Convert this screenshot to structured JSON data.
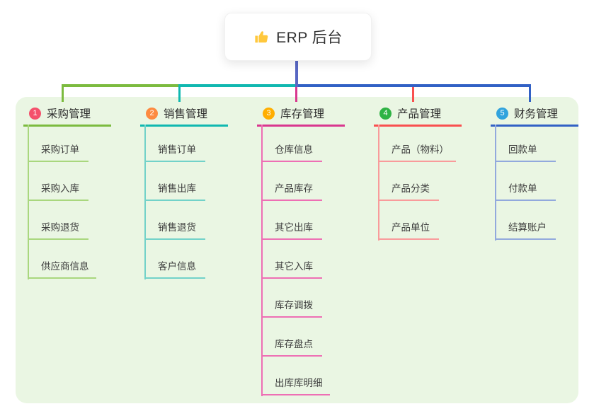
{
  "root": {
    "label": "ERP 后台",
    "icon": "thumbs-up-icon",
    "icon_color": "#ffc83d"
  },
  "colors": {
    "page_background": "#ffffff",
    "panel_background": "#eaf6e3",
    "root_connector": "#5867c3",
    "root_card_background": "#ffffff"
  },
  "branches": [
    {
      "badge": "1",
      "label": "采购管理",
      "badge_color": "#f4516c",
      "line_color": "#7cbb3f",
      "child_line_color": "#a9d77e",
      "children": [
        "采购订单",
        "采购入库",
        "采购退货",
        "供应商信息"
      ]
    },
    {
      "badge": "2",
      "label": "销售管理",
      "badge_color": "#fd8a40",
      "line_color": "#10b8b0",
      "child_line_color": "#72d2c9",
      "children": [
        "销售订单",
        "销售出库",
        "销售退货",
        "客户信息"
      ]
    },
    {
      "badge": "3",
      "label": "库存管理",
      "badge_color": "#ffae00",
      "line_color": "#d9378f",
      "child_line_color": "#ee6fb4",
      "children": [
        "仓库信息",
        "产品库存",
        "其它出库",
        "其它入库",
        "库存调拨",
        "库存盘点",
        "出库库明细"
      ]
    },
    {
      "badge": "4",
      "label": "产品管理",
      "badge_color": "#2fb344",
      "line_color": "#f9504f",
      "child_line_color": "#f99b9b",
      "children": [
        "产品（物料）",
        "产品分类",
        "产品单位"
      ]
    },
    {
      "badge": "5",
      "label": "财务管理",
      "badge_color": "#31a3dd",
      "line_color": "#3261c5",
      "child_line_color": "#92a9dd",
      "children": [
        "回款单",
        "付款单",
        "结算账户"
      ]
    }
  ]
}
